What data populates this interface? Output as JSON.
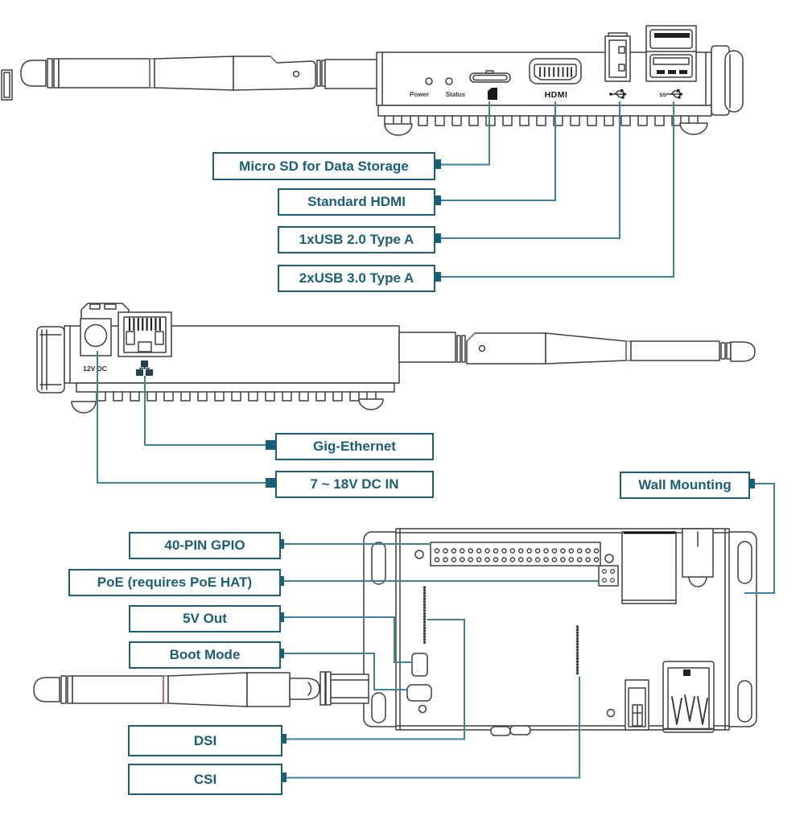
{
  "colors": {
    "label_teal": "#1a5f78",
    "line_teal": "#3d839c",
    "art_gray": "#3f3f3f",
    "accent_magenta": "#a05a9c",
    "background": "#ffffff"
  },
  "views": {
    "front": {
      "led_labels": {
        "power": "Power",
        "status": "Status"
      },
      "hdmi_logo": "HDMI",
      "usb3_marking": "SS"
    },
    "rear": {
      "dc_jack_label": "12V DC"
    }
  },
  "icons": {
    "micro_sd": "micro-sd-card",
    "usb2": "usb-trident",
    "usb3": "usb3-ss-trident",
    "ethernet": "ethernet-nodes",
    "power_led": "led-circle",
    "status_led": "led-circle"
  },
  "callouts": {
    "micro_sd": "Micro SD for Data Storage",
    "hdmi": "Standard HDMI",
    "usb2": "1xUSB 2.0 Type A",
    "usb3": "2xUSB 3.0 Type A",
    "ethernet": "Gig-Ethernet",
    "dc_in": "7 ~ 18V DC IN",
    "wall_mounting": "Wall Mounting",
    "gpio": "40-PIN GPIO",
    "poe": "PoE (requires PoE HAT)",
    "five_v_out": "5V Out",
    "boot_mode": "Boot Mode",
    "dsi": "DSI",
    "csi": "CSI"
  }
}
